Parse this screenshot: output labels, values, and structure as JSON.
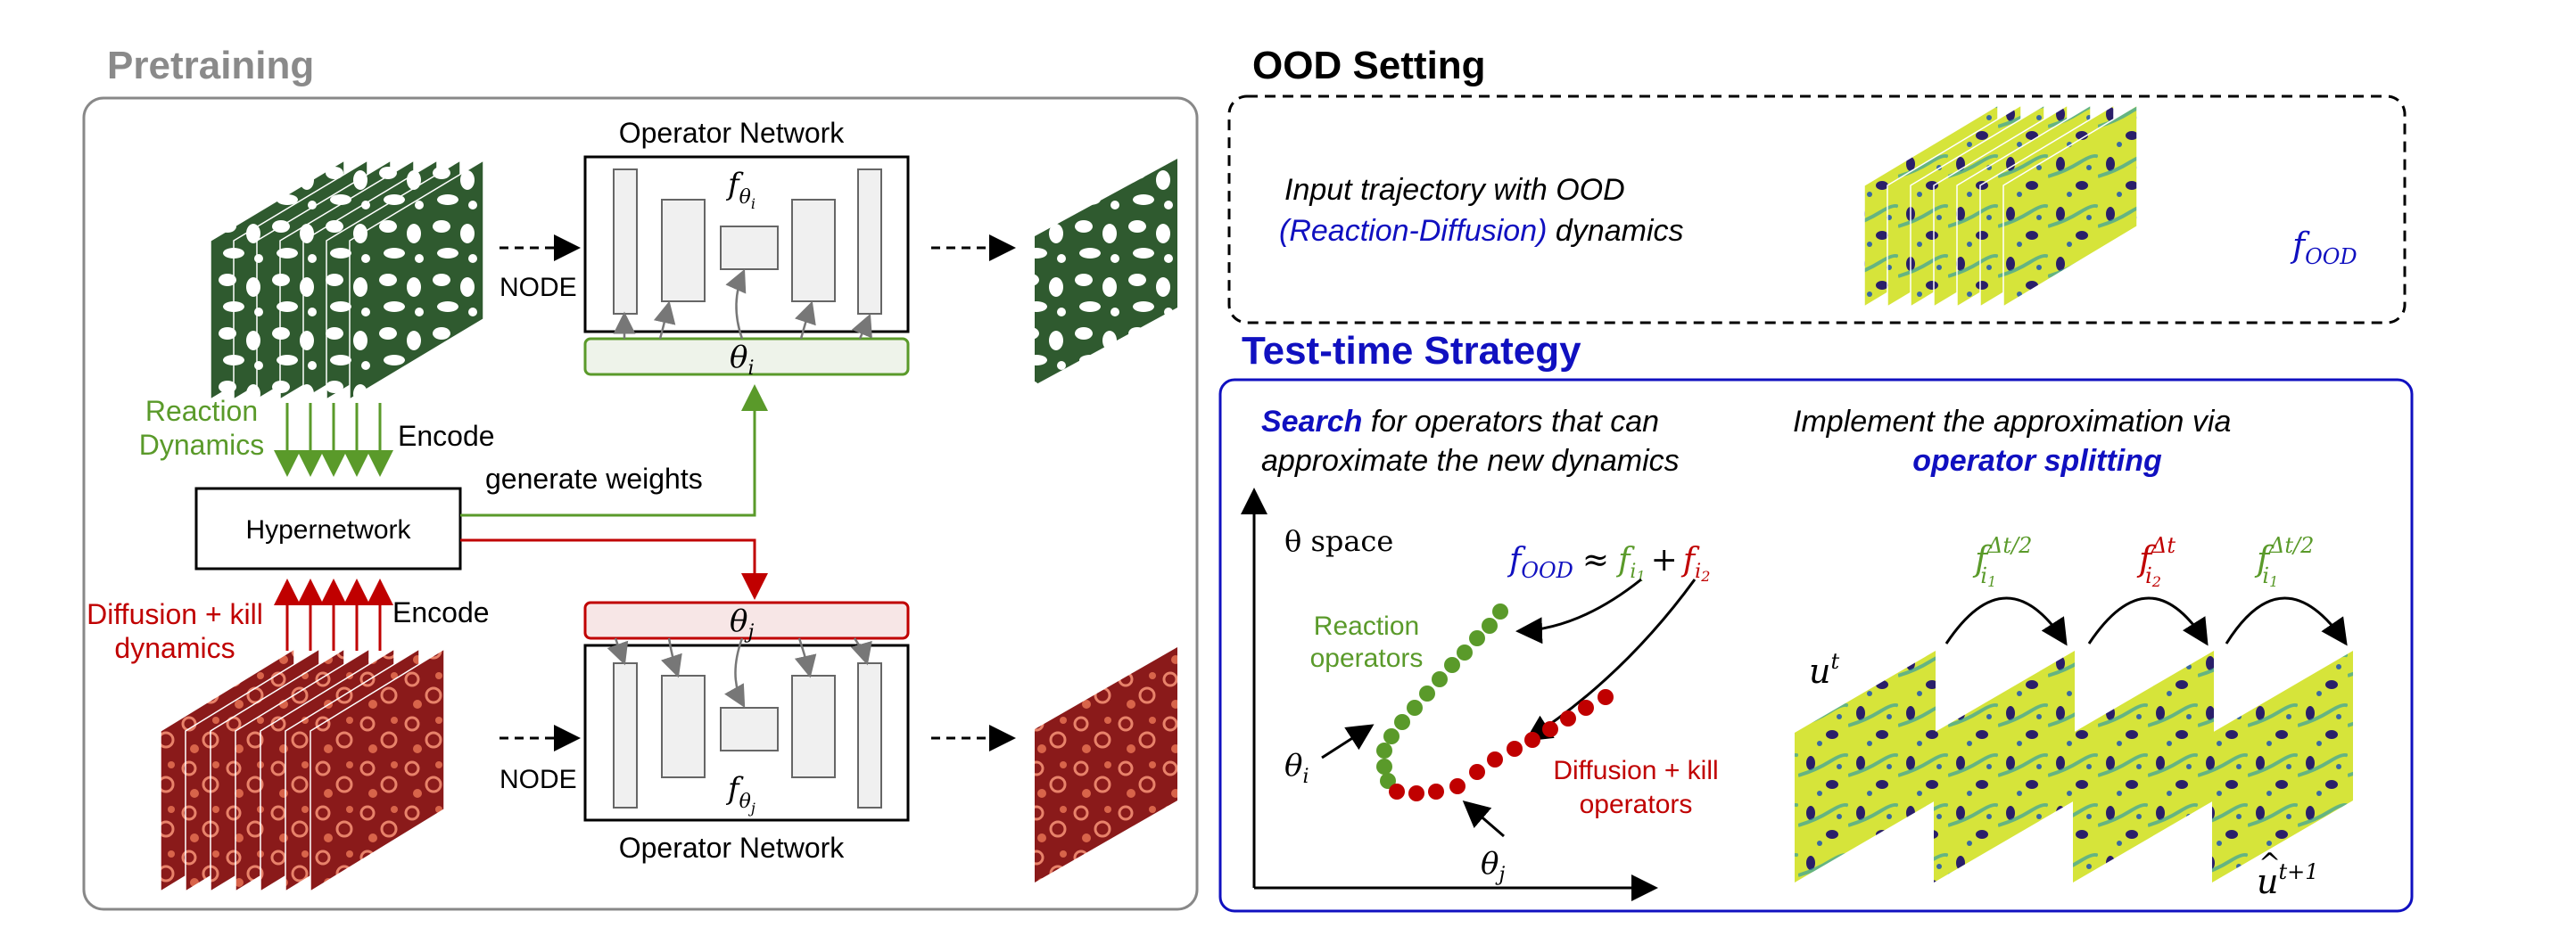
{
  "pretraining": {
    "title": "Pretraining",
    "node_label": "NODE",
    "operator_network_label": "Operator Network",
    "theta_i": "θ",
    "theta_i_sub": "i",
    "theta_j": "θ",
    "theta_j_sub": "j",
    "f_symbol": "f",
    "reaction_label_line1": "Reaction",
    "reaction_label_line2": "Dynamics",
    "diffusion_label_line1": "Diffusion + kill",
    "diffusion_label_line2": "dynamics",
    "encode_label": "Encode",
    "generate_weights_label": "generate weights",
    "hypernetwork_label": "Hypernetwork"
  },
  "ood": {
    "title": "OOD Setting",
    "line1": "Input trajectory with OOD",
    "line2_colored": "(Reaction-Diffusion)",
    "line2_rest": " dynamics",
    "f_symbol": "f",
    "f_subscript": "OOD"
  },
  "test_time": {
    "title": "Test-time Strategy",
    "search_bold": "Search",
    "search_rest": " for operators that can",
    "search_line2": "approximate the new dynamics",
    "implement_line1": "Implement the  approximation via",
    "implement_line2": "operator splitting",
    "theta_space_label": "θ space",
    "reaction_ops_line1": "Reaction",
    "reaction_ops_line2": "operators",
    "diffusion_ops_line1": "Diffusion + kill",
    "diffusion_ops_line2": "operators",
    "approx_symbol": "≈",
    "plus_symbol": "+",
    "dt_half": "Δt/2",
    "dt_full": "Δt",
    "i1_sub": "i",
    "i1_subsub": "1",
    "i2_sub": "i",
    "i2_subsub": "2",
    "u_symbol": "u",
    "u_sup": "t",
    "u_hat_sup": "t+1"
  },
  "colors": {
    "green": "#5a9a2a",
    "red": "#c00000",
    "blue": "#1010c0",
    "gray_title": "#8a8a8a",
    "dark_green_field": "#2f5a2f",
    "red_field": "#8a1a1a",
    "yellow_field": "#d6e43a",
    "box_fill": "#f0f0f0"
  }
}
